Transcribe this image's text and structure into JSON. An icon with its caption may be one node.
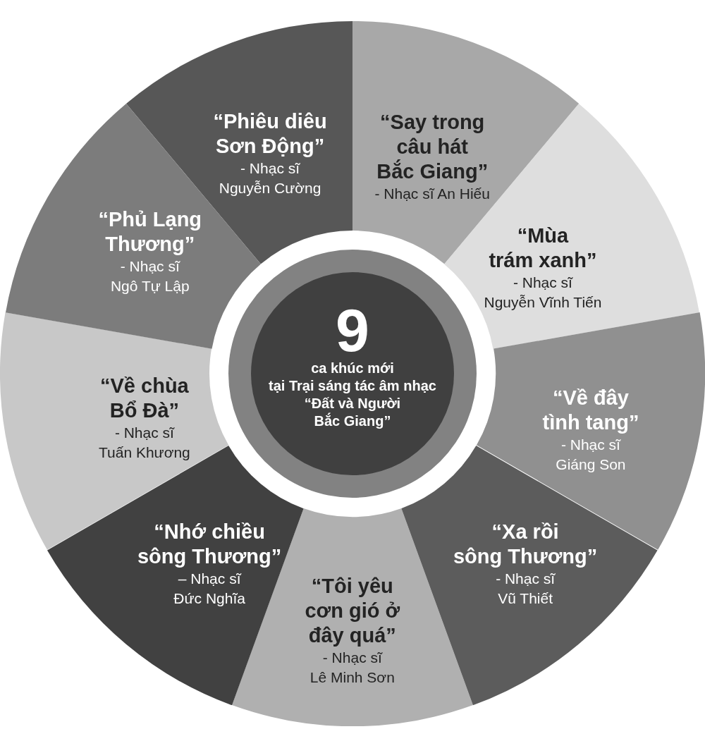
{
  "diagram": {
    "nodes": [
      {
        "text": [
          "9",
          "ca khúc mới tại Trại sáng tác âm nhạc “Đất và Người Bắc Giang”"
        ]
      },
      {
        "text": [
          "“Phiêu diêu Sơn Động”",
          "- Nhạc sĩ Nguyễn Cường"
        ]
      },
      {
        "text": [
          "“Say trong câu hát Bắc Giang”",
          "- Nhạc sĩ An Hiếu"
        ]
      },
      {
        "text": [
          "“Mùa trám xanh”",
          "- Nhạc sĩ Nguyễn Vĩnh Tiến"
        ]
      },
      {
        "text": [
          "“Về đây tình tang”",
          "- Nhạc sĩ Giáng Son"
        ]
      },
      {
        "text": [
          "“Xa rồi sông Thương”",
          "- Nhạc sĩ Vũ Thiết"
        ]
      },
      {
        "text": [
          "“Tôi yêu cơn gió ở đây quá”",
          "- Nhạc sĩ Lê Minh Sơn"
        ]
      },
      {
        "text": [
          "“Nhớ chiều sông Thương”",
          "– Nhạc sĩ Đức Nghĩa"
        ]
      },
      {
        "text": [
          "“Về chùa Bổ Đà”",
          "- Nhạc sĩ Tuấn Khương"
        ]
      },
      {
        "text": [
          "“Phủ Lạng Thương”",
          "- Nhạc sĩ Ngô Tự Lập"
        ]
      }
    ]
  }
}
